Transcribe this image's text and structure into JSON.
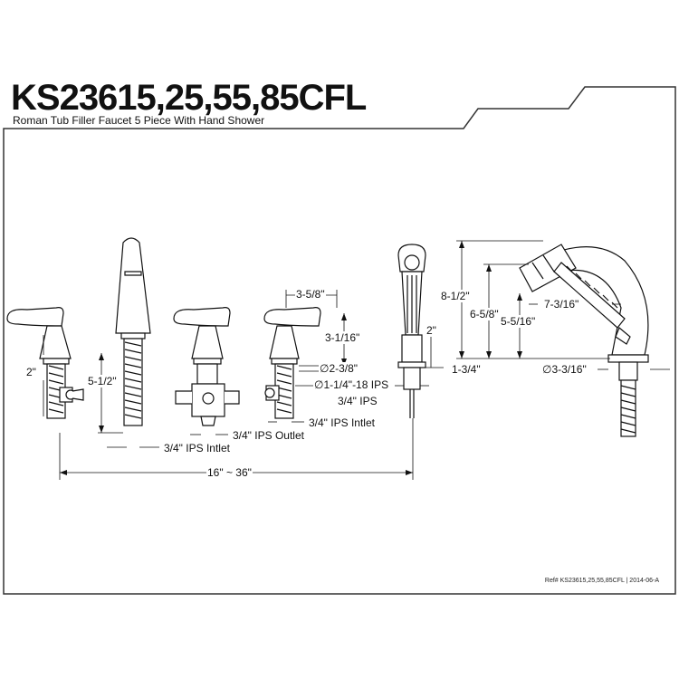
{
  "header": {
    "model": "KS23615,25,55,85CFL",
    "subtitle": "Roman Tub Filler Faucet 5 Piece With Hand Shower"
  },
  "dimensions": {
    "d_3_5_8": "3-5/8\"",
    "d_3_1_16": "3-1/16\"",
    "d_2_left": "2\"",
    "d_5_1_2": "5-1/2\"",
    "d_2_3_8": "∅2-3/8\"",
    "d_1_1_4": "∅1-1/4\"-18 IPS",
    "d_3_4_ips": "3/4\" IPS",
    "d_3_4_ips_intlet_right": "3/4\" IPS Intlet",
    "d_3_4_ips_outlet": "3/4\" IPS Outlet",
    "d_3_4_ips_intlet_left": "3/4\" IPS Intlet",
    "d_16_36": "16\" ~ 36\"",
    "d_2_shower": "2\"",
    "d_8_1_2": "8-1/2\"",
    "d_6_5_8": "6-5/8\"",
    "d_5_5_16": "5-5/16\"",
    "d_7_3_16": "7-3/16\"",
    "d_1_3_4": "1-3/4\"",
    "d_3_3_16": "∅3-3/16\""
  },
  "footer": {
    "reference": "Ref# KS23615,25,55,85CFL | 2014-06-A"
  }
}
